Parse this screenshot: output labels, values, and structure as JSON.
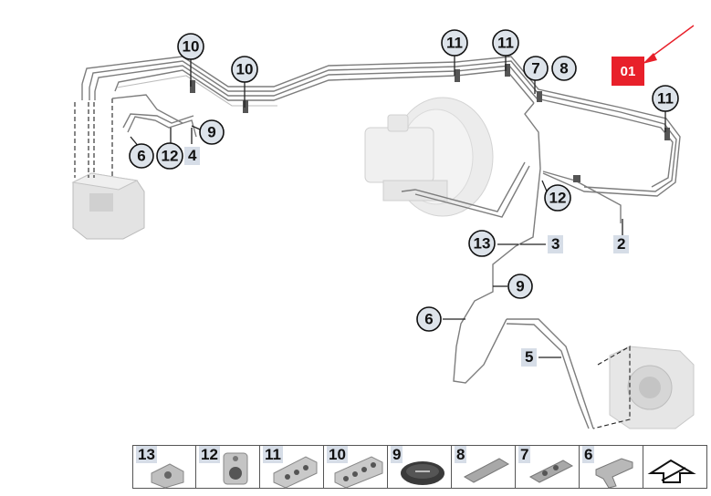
{
  "diagram": {
    "highlight_label": "01",
    "callouts_circle": [
      {
        "id": "c10a",
        "label": "10"
      },
      {
        "id": "c10b",
        "label": "10"
      },
      {
        "id": "c9a",
        "label": "9"
      },
      {
        "id": "c6a",
        "label": "6"
      },
      {
        "id": "c12a",
        "label": "12"
      },
      {
        "id": "c11a",
        "label": "11"
      },
      {
        "id": "c11b",
        "label": "11"
      },
      {
        "id": "c7",
        "label": "7"
      },
      {
        "id": "c8",
        "label": "8"
      },
      {
        "id": "c11c",
        "label": "11"
      },
      {
        "id": "c12b",
        "label": "12"
      },
      {
        "id": "c13",
        "label": "13"
      },
      {
        "id": "c9b",
        "label": "9"
      },
      {
        "id": "c6b",
        "label": "6"
      }
    ],
    "callouts_square": [
      {
        "id": "s4",
        "label": "4"
      },
      {
        "id": "s3",
        "label": "3"
      },
      {
        "id": "s2",
        "label": "2"
      },
      {
        "id": "s5",
        "label": "5"
      }
    ],
    "colors": {
      "highlight": "#e8202a",
      "callout_fill": "#dde3ea",
      "label_fill": "#d6dde7",
      "pipe": "#7d7d7d",
      "arrow": "#e8202a"
    }
  },
  "parts_strip": [
    {
      "label": "13",
      "icon": "bracket-clip-icon"
    },
    {
      "label": "12",
      "icon": "grommet-clip-icon"
    },
    {
      "label": "11",
      "icon": "triple-pipe-clip-icon"
    },
    {
      "label": "10",
      "icon": "quad-pipe-clip-icon"
    },
    {
      "label": "9",
      "icon": "round-grommet-icon"
    },
    {
      "label": "8",
      "icon": "cover-plate-icon"
    },
    {
      "label": "7",
      "icon": "double-clip-icon"
    },
    {
      "label": "6",
      "icon": "mounting-bracket-icon"
    },
    {
      "label": "",
      "icon": "diagram-arrow-icon"
    }
  ]
}
